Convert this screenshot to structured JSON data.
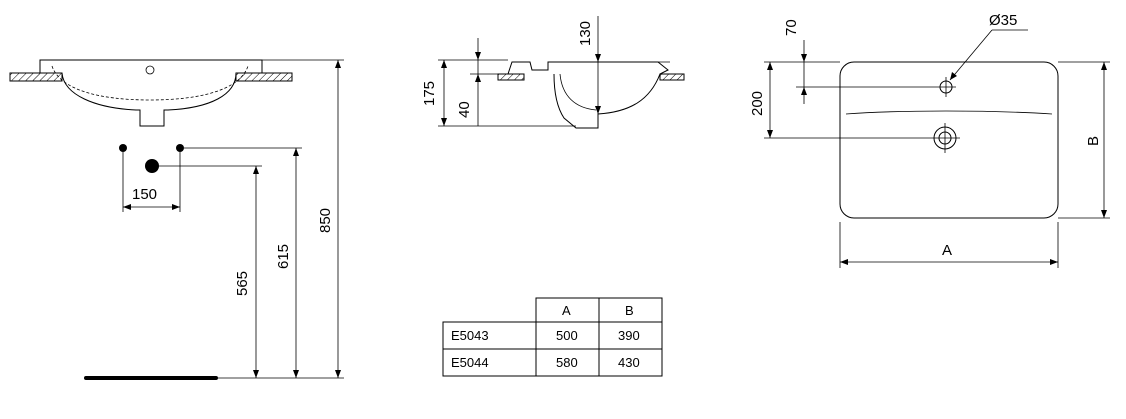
{
  "side_view": {
    "dims": {
      "spacing": "150",
      "height_565": "565",
      "height_615": "615",
      "height_850": "850"
    }
  },
  "section_view": {
    "dims": {
      "total_175": "175",
      "rim_40": "40",
      "depth_130": "130"
    }
  },
  "top_view": {
    "dims": {
      "offset_70": "70",
      "hole_diameter": "Ø35",
      "offset_200": "200",
      "width_a": "A",
      "depth_b": "B"
    }
  },
  "size_table": {
    "headers": [
      "",
      "A",
      "B"
    ],
    "rows": [
      [
        "E5043",
        "500",
        "390"
      ],
      [
        "E5044",
        "580",
        "430"
      ]
    ]
  }
}
